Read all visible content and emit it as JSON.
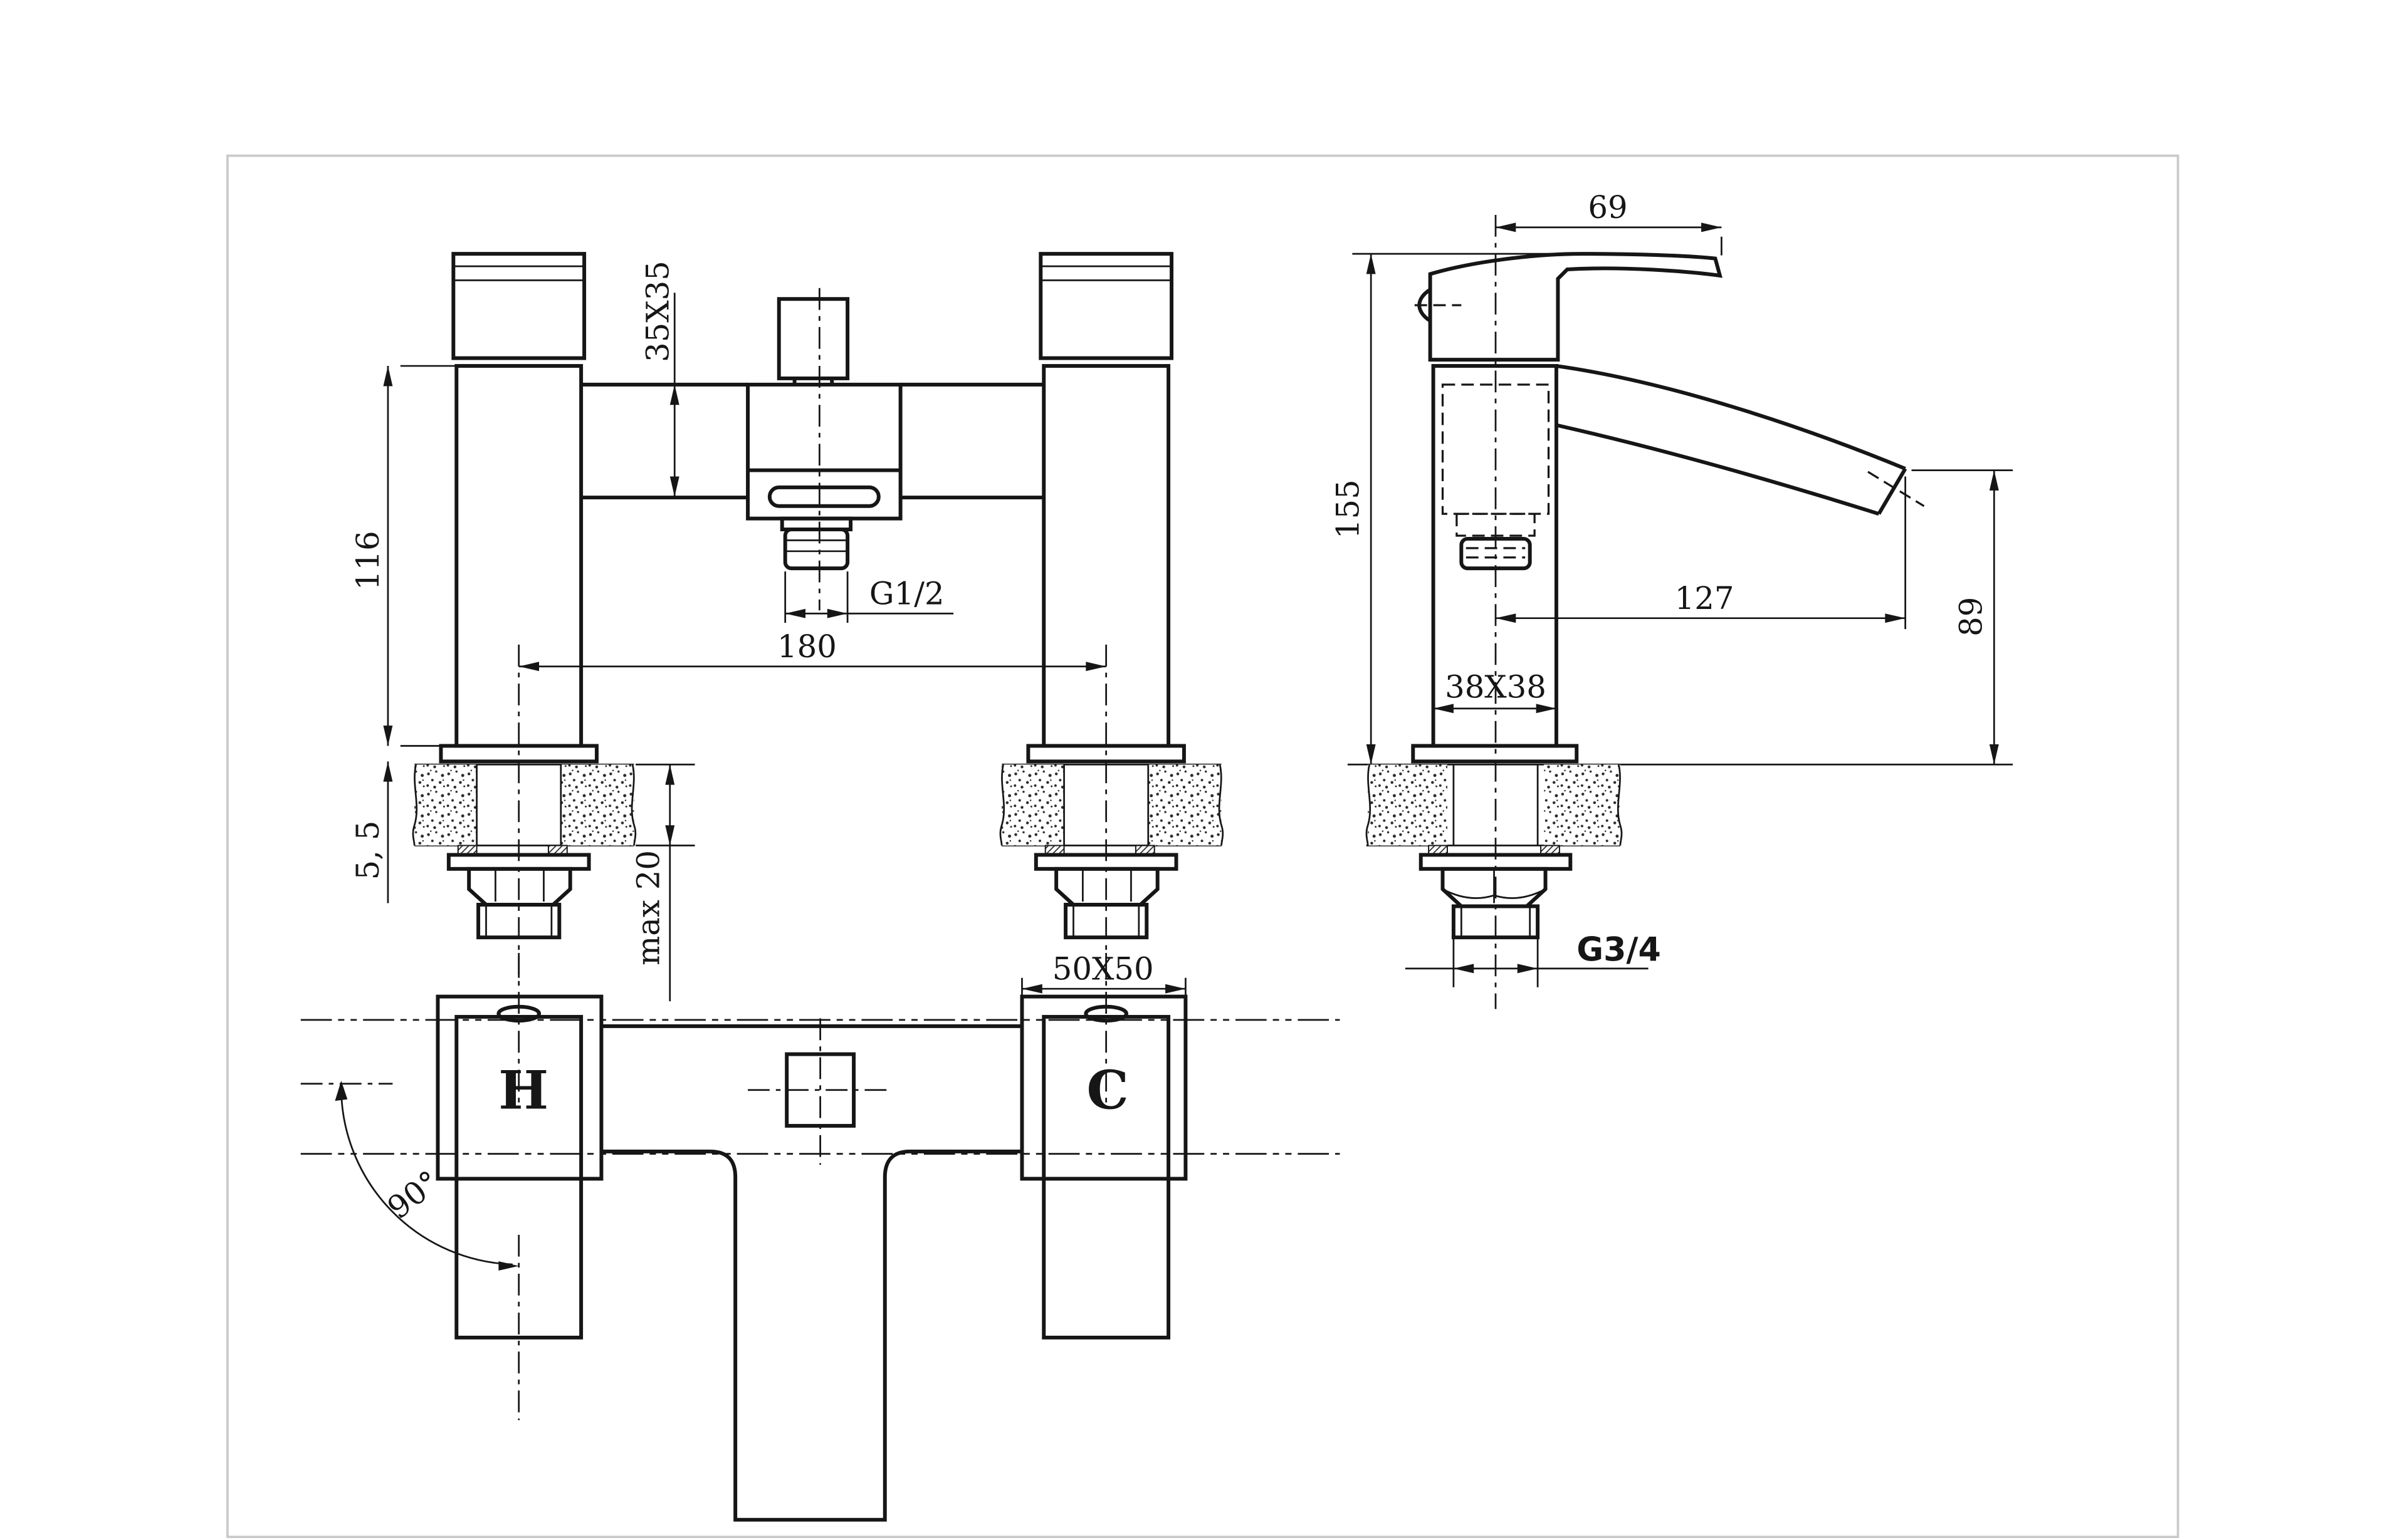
{
  "drawing": {
    "front_view": {
      "dim_body_section": "35X35",
      "dim_height": "116",
      "dim_outlet_thread": "G1/2",
      "dim_centers": "180",
      "dim_flange": "5, 5",
      "dim_deck": "max 20"
    },
    "side_view": {
      "dim_handle": "69",
      "dim_total_height": "155",
      "dim_spout_reach": "127",
      "dim_spout_height": "89",
      "dim_body_section": "38X38",
      "dim_inlet_thread": "G3/4"
    },
    "plan_view": {
      "dim_base_section": "50X50",
      "label_hot": "H",
      "label_cold": "C",
      "dim_handle_swing": "90°"
    }
  },
  "colors": {
    "line": "#161616",
    "frame": "#c9c9c9",
    "background": "#ffffff"
  }
}
